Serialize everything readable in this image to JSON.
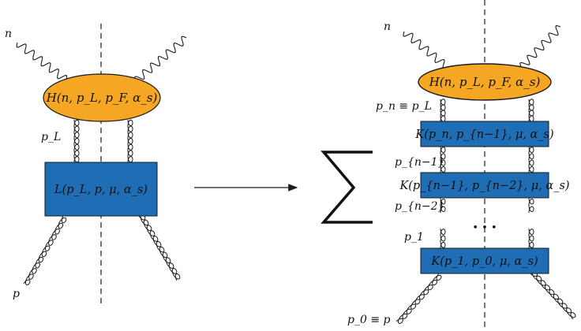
{
  "left_diagram": {
    "label_n": "n",
    "hard_blob": "H(n, p_L, p_F, α_s)",
    "label_pL": "p_L",
    "jet_box": "L(p_L, p, μ, α_s)",
    "label_p": "p"
  },
  "right_diagram": {
    "label_n": "n",
    "hard_blob": "H(n, p_L, p_F, α_s)",
    "label_pn_eq_pL": "p_n ≡ p_L",
    "box_top": "K(p_n, p_{n−1}, μ, α_s)",
    "label_pn1": "p_{n−1}",
    "box_mid": "K(p_{n−1}, p_{n−2}, μ, α_s)",
    "label_pn2": "p_{n−2}",
    "ellipsis": "• • •",
    "label_p1": "p_1",
    "box_bottom": "K(p_1, p_0, μ, α_s)",
    "label_p0_eq_p": "p_0 ≡ p"
  },
  "sum_symbol": "∑",
  "colors": {
    "blob_fill": "#F5A623",
    "box_fill": "#1F6DB5",
    "stroke": "#1a1a1a"
  },
  "icons": {
    "arrow": "right-arrow-icon",
    "sum": "summation-icon"
  }
}
